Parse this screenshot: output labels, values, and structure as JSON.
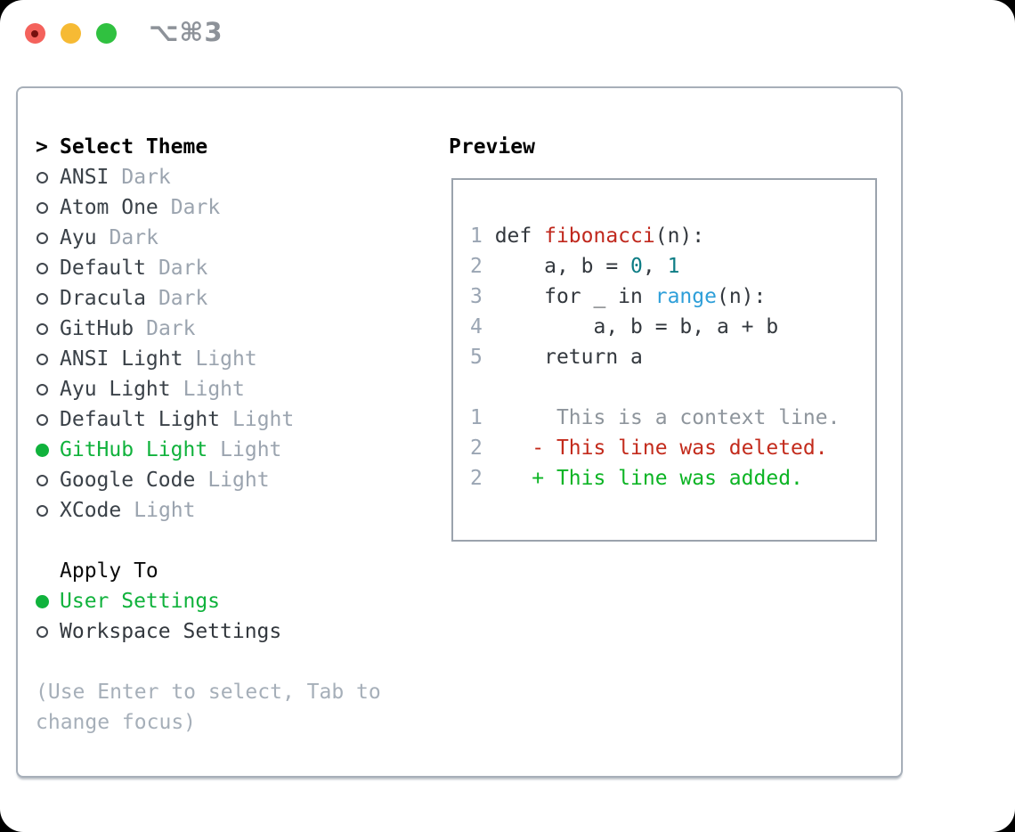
{
  "titlebar": {
    "title": "⌥⌘3"
  },
  "window_controls": {
    "close": "close-button",
    "minimize": "minimize-button",
    "zoom": "zoom-button",
    "colors": {
      "close": "#f4625c",
      "minimize": "#f6ba34",
      "zoom": "#30c140"
    }
  },
  "colors": {
    "selection_green": "#10b23c",
    "added_green": "#0cb424",
    "deleted_red": "#c32b1c",
    "function_red": "#c0281d",
    "number_teal": "#0e7d85",
    "builtin_blue": "#2e9fd9",
    "muted_gray": "#9ba4af",
    "hint_gray": "#a6afb9",
    "text_dark": "#33383e"
  },
  "theme_list": {
    "header_marker": ">",
    "header": "Select Theme",
    "items": [
      {
        "name": "ANSI",
        "variant": "Dark",
        "selected": false
      },
      {
        "name": "Atom One",
        "variant": "Dark",
        "selected": false
      },
      {
        "name": "Ayu",
        "variant": "Dark",
        "selected": false
      },
      {
        "name": "Default",
        "variant": "Dark",
        "selected": false
      },
      {
        "name": "Dracula",
        "variant": "Dark",
        "selected": false
      },
      {
        "name": "GitHub",
        "variant": "Dark",
        "selected": false
      },
      {
        "name": "ANSI Light",
        "variant": "Light",
        "selected": false
      },
      {
        "name": "Ayu Light",
        "variant": "Light",
        "selected": false
      },
      {
        "name": "Default Light",
        "variant": "Light",
        "selected": false
      },
      {
        "name": "GitHub Light",
        "variant": "Light",
        "selected": true
      },
      {
        "name": "Google Code",
        "variant": "Light",
        "selected": false
      },
      {
        "name": "XCode",
        "variant": "Light",
        "selected": false
      }
    ]
  },
  "apply_to": {
    "header": "Apply To",
    "options": [
      {
        "label": "User Settings",
        "selected": true
      },
      {
        "label": "Workspace Settings",
        "selected": false
      }
    ]
  },
  "hint": "(Use Enter to select, Tab to change focus)",
  "preview": {
    "title": "Preview",
    "lines": [
      [
        {
          "s": "num",
          "t": "1 "
        },
        {
          "s": "code",
          "t": "def "
        },
        {
          "s": "fn",
          "t": "fibonacci"
        },
        {
          "s": "code",
          "t": "(n):"
        }
      ],
      [
        {
          "s": "num",
          "t": "2 "
        },
        {
          "s": "code",
          "t": "    a, b = "
        },
        {
          "s": "numlit",
          "t": "0"
        },
        {
          "s": "code",
          "t": ", "
        },
        {
          "s": "numlit",
          "t": "1"
        }
      ],
      [
        {
          "s": "num",
          "t": "3 "
        },
        {
          "s": "code",
          "t": "    for _ in "
        },
        {
          "s": "builtin",
          "t": "range"
        },
        {
          "s": "code",
          "t": "(n):"
        }
      ],
      [
        {
          "s": "num",
          "t": "4 "
        },
        {
          "s": "code",
          "t": "        a, b = b, a + b"
        }
      ],
      [
        {
          "s": "num",
          "t": "5 "
        },
        {
          "s": "code",
          "t": "    return a"
        }
      ],
      [],
      [
        {
          "s": "num",
          "t": "1 "
        },
        {
          "s": "ctx",
          "t": "     This is a context line."
        }
      ],
      [
        {
          "s": "num",
          "t": "2 "
        },
        {
          "s": "del",
          "t": "   - This line was deleted."
        }
      ],
      [
        {
          "s": "num",
          "t": "2 "
        },
        {
          "s": "add",
          "t": "   + This line was added."
        }
      ]
    ]
  }
}
